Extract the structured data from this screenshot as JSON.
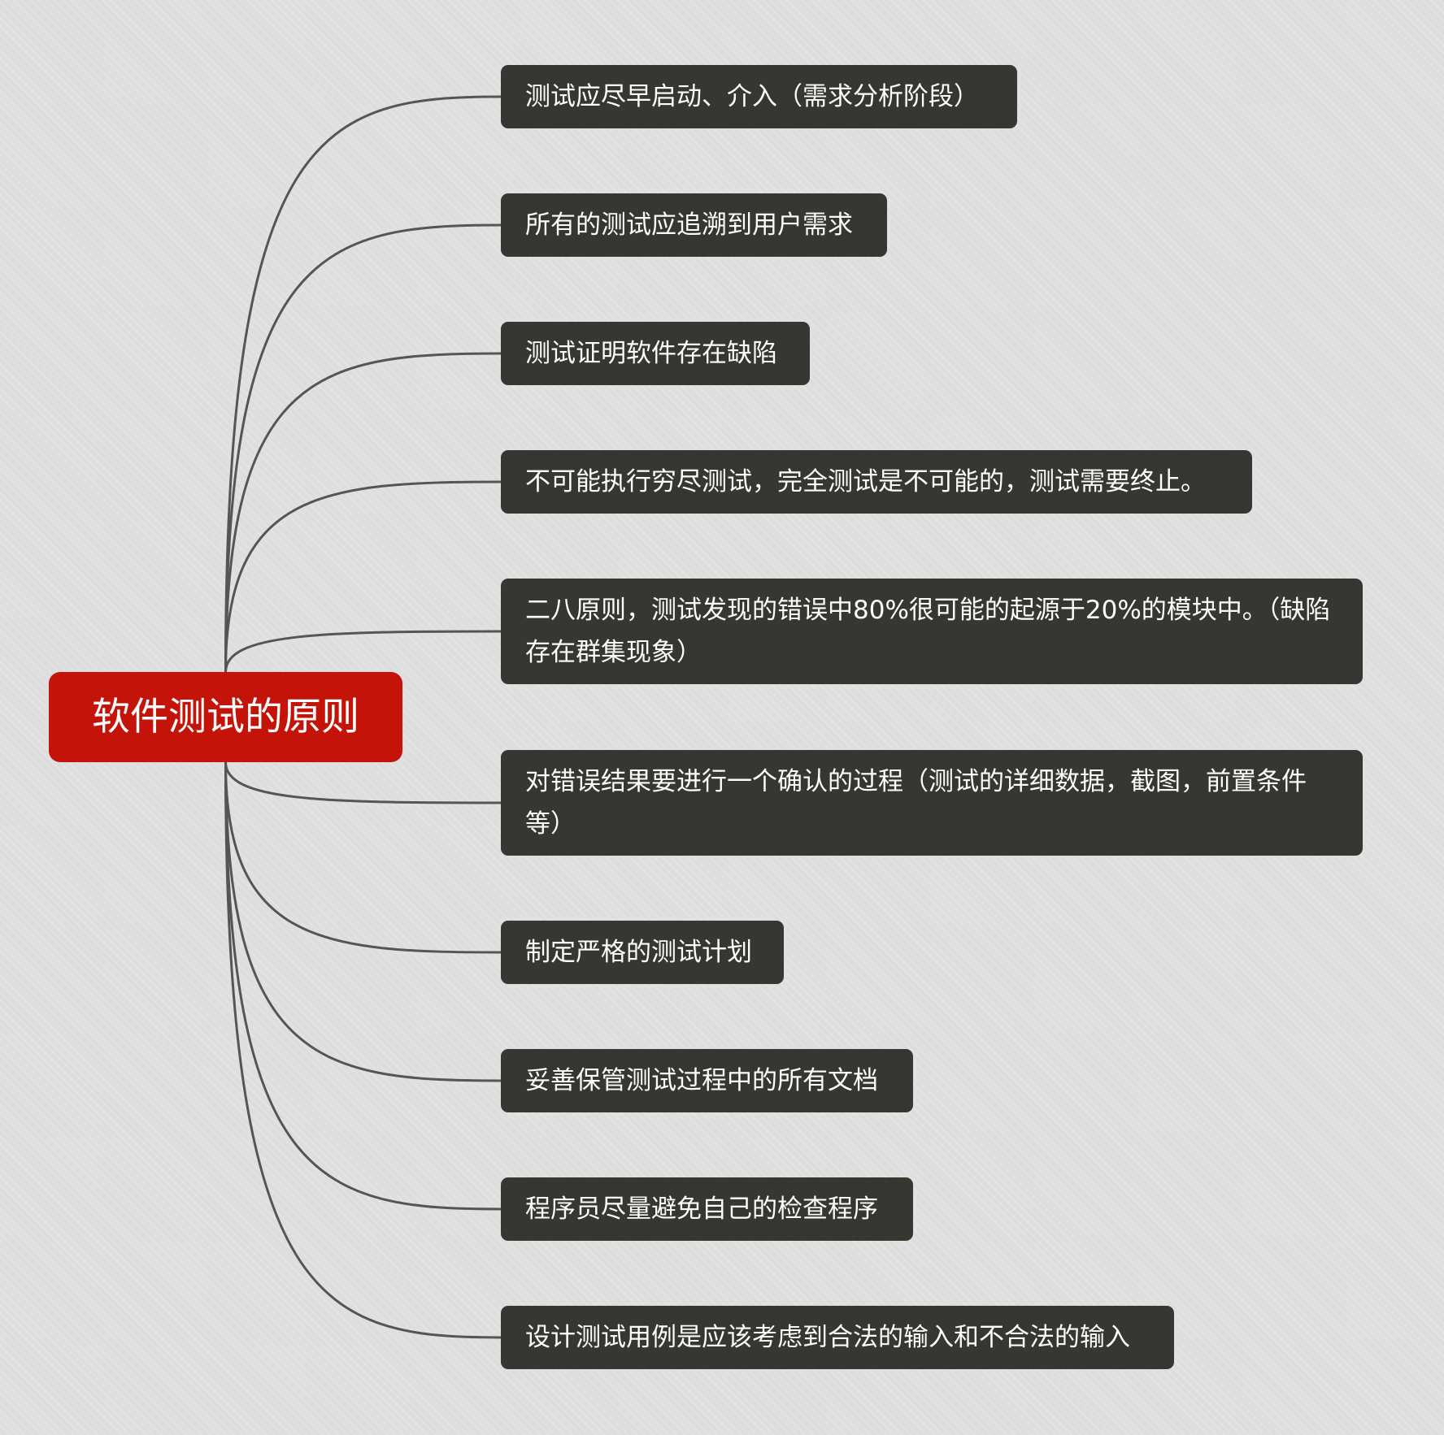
{
  "root": {
    "label": "软件测试的原则"
  },
  "branches": [
    {
      "label": "测试应尽早启动、介入（需求分析阶段）"
    },
    {
      "label": "所有的测试应追溯到用户需求"
    },
    {
      "label": "测试证明软件存在缺陷"
    },
    {
      "label": "不可能执行穷尽测试，完全测试是不可能的，测试需要终止。"
    },
    {
      "label": "二八原则，测试发现的错误中80%很可能的起源于20%的模块中。（缺陷存在群集现象）"
    },
    {
      "label": "对错误结果要进行一个确认的过程（测试的详细数据，截图，前置条件等）"
    },
    {
      "label": "制定严格的测试计划"
    },
    {
      "label": "妥善保管测试过程中的所有文档"
    },
    {
      "label": "程序员尽量避免自己的检查程序"
    },
    {
      "label": "设计测试用例是应该考虑到合法的输入和不合法的输入"
    }
  ],
  "colors": {
    "root_fill": "#c4140a",
    "branch_fill": "#363632",
    "connector": "#555555",
    "background": "#dedede"
  }
}
